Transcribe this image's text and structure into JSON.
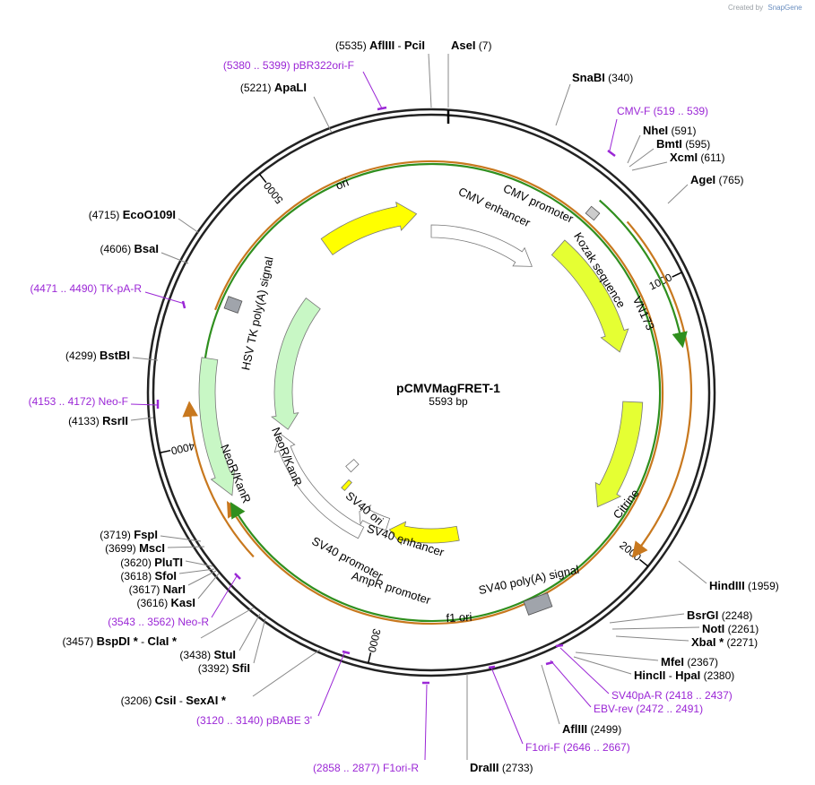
{
  "credit": {
    "created_by": "Created by",
    "brand": "SnapGene"
  },
  "plasmid": {
    "name": "pCMVMagFRET-1",
    "length_label": "5593 bp",
    "length": 5593
  },
  "ticks": [
    {
      "pos": 1000,
      "label": "1000"
    },
    {
      "pos": 2000,
      "label": "2000"
    },
    {
      "pos": 3000,
      "label": "3000"
    },
    {
      "pos": 4000,
      "label": "4000"
    },
    {
      "pos": 5000,
      "label": "5000"
    }
  ],
  "sites": [
    {
      "id": "asei",
      "name": "AseI",
      "pos_label": "(7)",
      "pos": 7
    },
    {
      "id": "afliii-pcii",
      "name": "AflIII",
      "name2": "PciI",
      "pos_label": "(5535)",
      "pos": 5535
    },
    {
      "id": "snabi",
      "name": "SnaBI",
      "pos_label": "(340)",
      "pos": 340
    },
    {
      "id": "nhei",
      "name": "NheI",
      "pos_label": "(591)",
      "pos": 591
    },
    {
      "id": "bmti",
      "name": "BmtI",
      "pos_label": "(595)",
      "pos": 595
    },
    {
      "id": "xcmi",
      "name": "XcmI",
      "pos_label": "(611)",
      "pos": 611
    },
    {
      "id": "agei",
      "name": "AgeI",
      "pos_label": "(765)",
      "pos": 765
    },
    {
      "id": "hindiii",
      "name": "HindIII",
      "pos_label": "(1959)",
      "pos": 1959
    },
    {
      "id": "bsrgi",
      "name": "BsrGI",
      "pos_label": "(2248)",
      "pos": 2248
    },
    {
      "id": "noti",
      "name": "NotI",
      "pos_label": "(2261)",
      "pos": 2261
    },
    {
      "id": "xbai",
      "name": "XbaI *",
      "pos_label": "(2271)",
      "pos": 2271
    },
    {
      "id": "mfei",
      "name": "MfeI",
      "pos_label": "(2367)",
      "pos": 2367
    },
    {
      "id": "hincii-hpai",
      "name": "HincII",
      "name2": "HpaI",
      "pos_label": "(2380)",
      "pos": 2380
    },
    {
      "id": "afliii2",
      "name": "AflIII",
      "pos_label": "(2499)",
      "pos": 2499
    },
    {
      "id": "draiii",
      "name": "DraIII",
      "pos_label": "(2733)",
      "pos": 2733
    },
    {
      "id": "csii-sexai",
      "name": "CsiI",
      "name2": "SexAI *",
      "pos_label": "(3206)",
      "pos": 3206
    },
    {
      "id": "sfii",
      "name": "SfiI",
      "pos_label": "(3392)",
      "pos": 3392
    },
    {
      "id": "stui",
      "name": "StuI",
      "pos_label": "(3438)",
      "pos": 3438
    },
    {
      "id": "bspdi-clai",
      "name": "BspDI *",
      "name2": "ClaI *",
      "pos_label": "(3457)",
      "pos": 3457
    },
    {
      "id": "kasi",
      "name": "KasI",
      "pos_label": "(3616)",
      "pos": 3616
    },
    {
      "id": "nari",
      "name": "NarI",
      "pos_label": "(3617)",
      "pos": 3617
    },
    {
      "id": "sfoi",
      "name": "SfoI",
      "pos_label": "(3618)",
      "pos": 3618
    },
    {
      "id": "pluti",
      "name": "PluTI",
      "pos_label": "(3620)",
      "pos": 3620
    },
    {
      "id": "msci",
      "name": "MscI",
      "pos_label": "(3699)",
      "pos": 3699
    },
    {
      "id": "fspi",
      "name": "FspI",
      "pos_label": "(3719)",
      "pos": 3719
    },
    {
      "id": "rsrii",
      "name": "RsrII",
      "pos_label": "(4133)",
      "pos": 4133
    },
    {
      "id": "bstbi",
      "name": "BstBI",
      "pos_label": "(4299)",
      "pos": 4299
    },
    {
      "id": "bsai",
      "name": "BsaI",
      "pos_label": "(4606)",
      "pos": 4606
    },
    {
      "id": "ecoo109i",
      "name": "EcoO109I",
      "pos_label": "(4715)",
      "pos": 4715
    },
    {
      "id": "apali",
      "name": "ApaLI",
      "pos_label": "(5221)",
      "pos": 5221
    }
  ],
  "primers": [
    {
      "id": "pbr322ori-f",
      "name": "pBR322ori-F",
      "range": "(5380 .. 5399)",
      "pos": 5390
    },
    {
      "id": "cmv-f",
      "name": "CMV-F",
      "range": "(519 .. 539)",
      "pos": 529
    },
    {
      "id": "sv40pa-r",
      "name": "SV40pA-R",
      "range": "(2418 .. 2437)",
      "pos": 2428
    },
    {
      "id": "ebv-rev",
      "name": "EBV-rev",
      "range": "(2472 .. 2491)",
      "pos": 2482
    },
    {
      "id": "f1ori-f",
      "name": "F1ori-F",
      "range": "(2646 .. 2667)",
      "pos": 2656
    },
    {
      "id": "f1ori-r",
      "name": "F1ori-R",
      "range": "(2858 .. 2877)",
      "pos": 2868
    },
    {
      "id": "pbabe3",
      "name": "pBABE 3'",
      "range": "(3120 .. 3140)",
      "pos": 3130
    },
    {
      "id": "neo-r",
      "name": "Neo-R",
      "range": "(3543 .. 3562)",
      "pos": 3552
    },
    {
      "id": "neo-f",
      "name": "Neo-F",
      "range": "(4153 .. 4172)",
      "pos": 4162
    },
    {
      "id": "tk-pa-r",
      "name": "TK-pA-R",
      "range": "(4471 .. 4490)",
      "pos": 4480
    }
  ],
  "features": {
    "cmv_enhancer": "CMV enhancer",
    "cmv_promoter": "CMV promoter",
    "kozak": "Kozak sequence",
    "vn173": "VN173",
    "citrine": "Citrine",
    "sv40_polya": "SV40 poly(A) signal",
    "f1_ori": "f1 ori",
    "ampr_promoter": "AmpR promoter",
    "sv40_promoter": "SV40 promoter",
    "sv40_enhancer": "SV40 enhancer",
    "sv40_ori": "SV40 ori",
    "neor_inner": "NeoR/KanR",
    "neor_outer": "NeoR/KanR",
    "hsv_tk": "HSV TK poly(A) signal",
    "ori": "ori"
  },
  "colors": {
    "ori": "#ffff00",
    "cds": "#e5ff33",
    "neo": "#c8f7c5",
    "promoter": "#ffffff",
    "polya": "#a0a4ab",
    "primer": "#9b27d6",
    "orf_orange": "#c8781e",
    "orf_green": "#2f8f1e"
  }
}
